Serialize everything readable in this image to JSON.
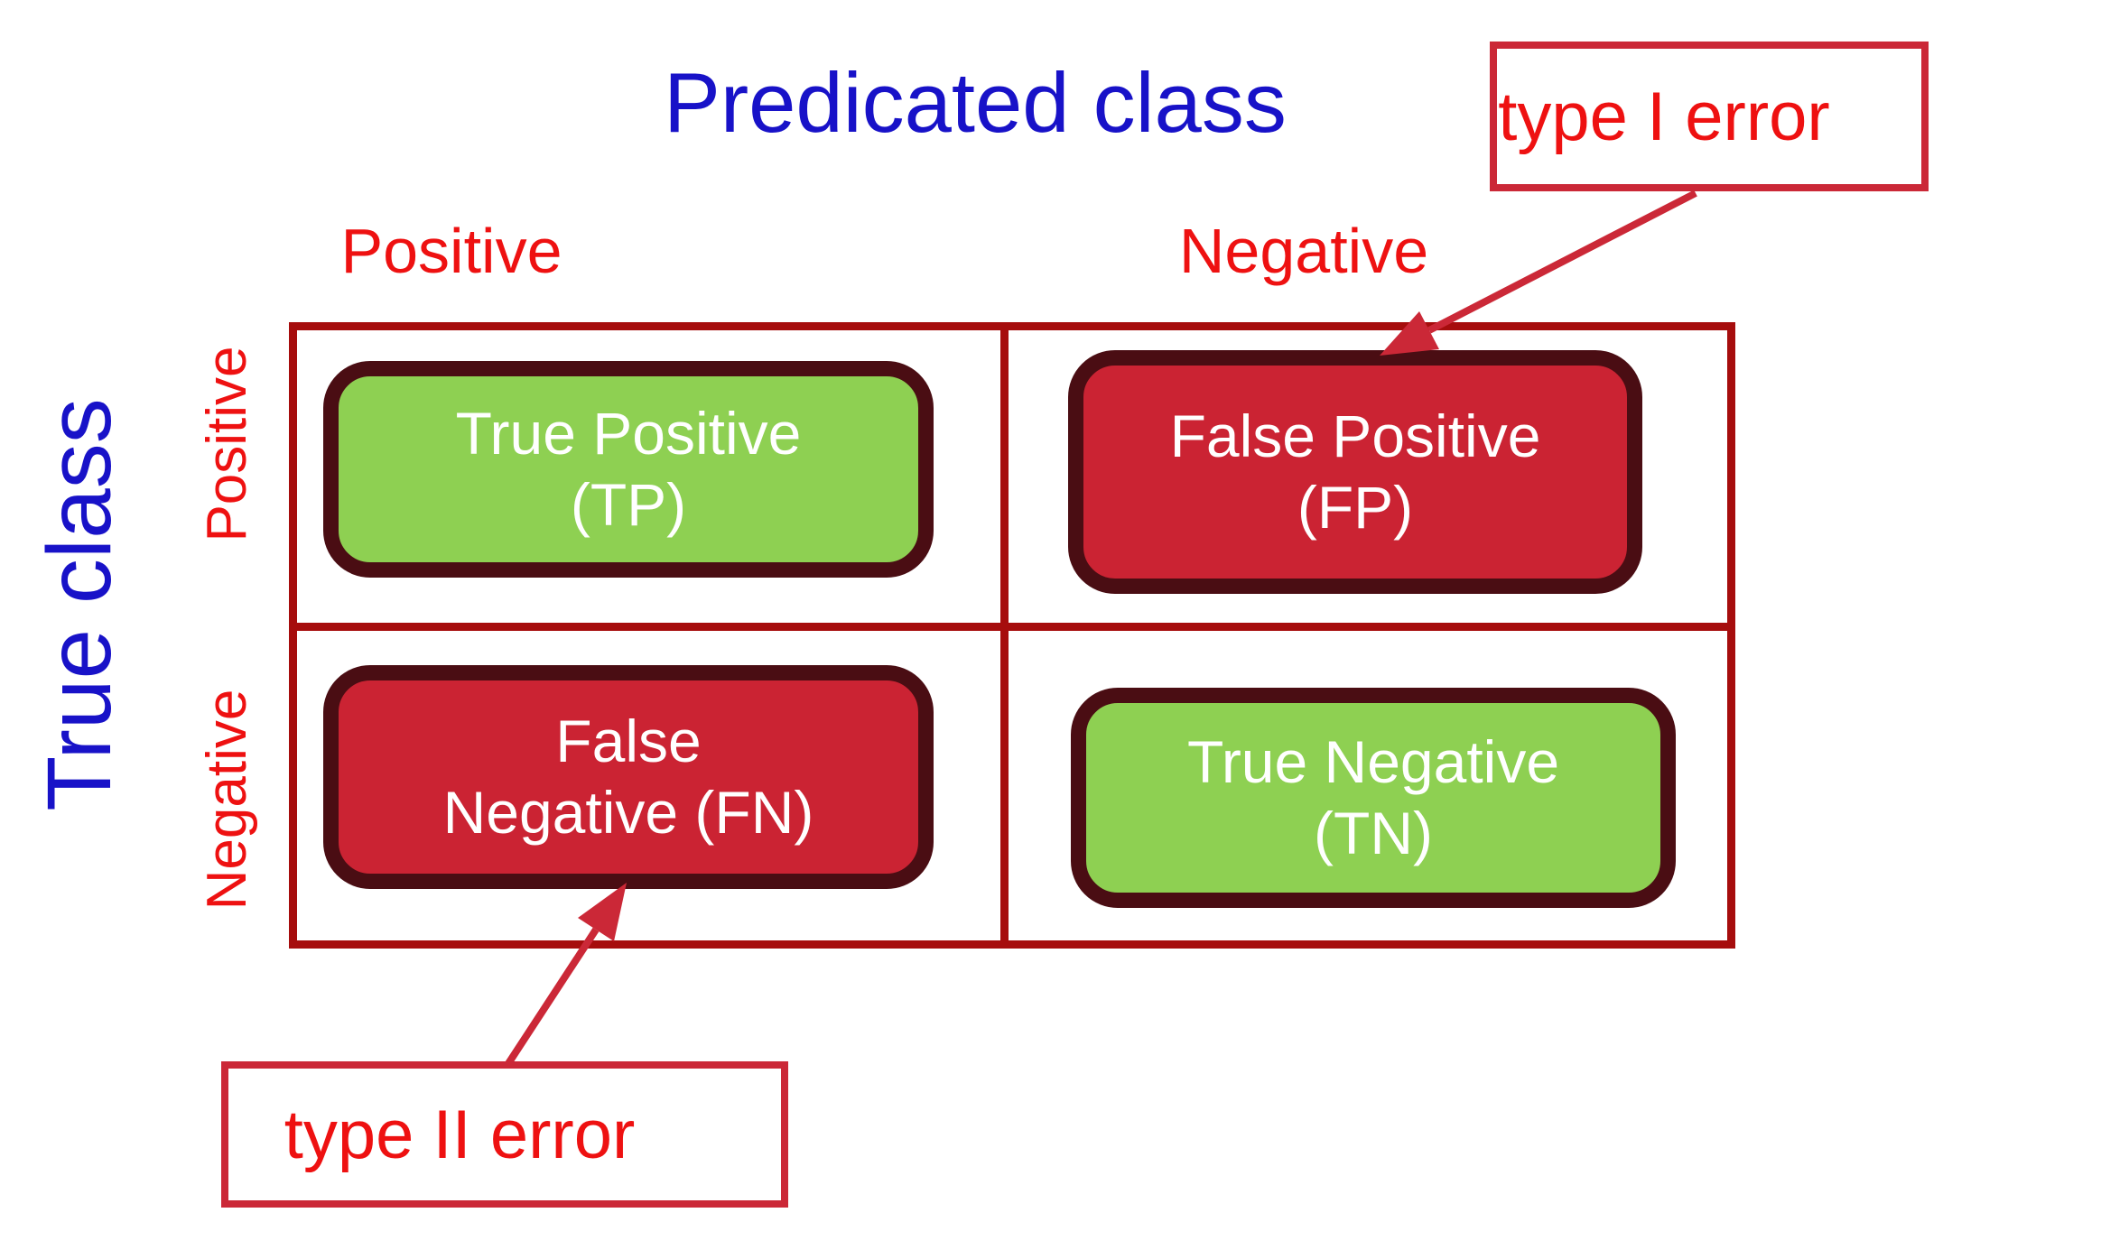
{
  "colors": {
    "blue": "#1812c8",
    "red-text": "#ee1111",
    "crimson": "#cb2837",
    "grid-line": "#a60d0d",
    "maroon": "#4a0d13",
    "green-fill": "#8ed052",
    "red-fill": "#cb2333",
    "white-text": "#ffffff"
  },
  "predicted_axis": {
    "title": "Predicated class",
    "columns": [
      "Positive",
      "Negative"
    ]
  },
  "true_axis": {
    "title": "True class",
    "rows": [
      "Positive",
      "Negative"
    ]
  },
  "matrix": {
    "cells": [
      {
        "id": "tp",
        "line1": "True Positive",
        "line2": "(TP)",
        "tone": "green"
      },
      {
        "id": "fp",
        "line1": "False Positive",
        "line2": "(FP)",
        "tone": "red"
      },
      {
        "id": "fn",
        "line1": "False",
        "line2": "Negative (FN)",
        "tone": "red"
      },
      {
        "id": "tn",
        "line1": "True Negative",
        "line2": "(TN)",
        "tone": "green"
      }
    ]
  },
  "annotations": {
    "type1": {
      "label": "type I error",
      "points_to": "False Positive (FP)"
    },
    "type2": {
      "label": "type II error",
      "points_to": "False Negative (FN)"
    }
  }
}
